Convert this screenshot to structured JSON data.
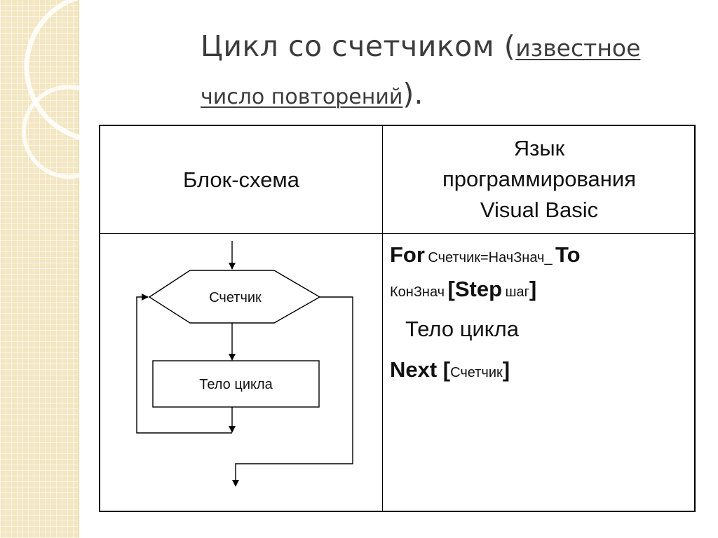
{
  "slide": {
    "title_lead": "Цикл со счетчиком (",
    "title_underlined_1": "известное",
    "title_underlined_2": "число повторений",
    "title_tail": ")."
  },
  "table": {
    "header_left": "Блок-схема",
    "header_right_lines": [
      "Язык",
      "программирования",
      "Visual Basic"
    ]
  },
  "flowchart": {
    "counter_label": "Счетчик",
    "body_label": "Тело цикла"
  },
  "code": {
    "line1_kw1": "For",
    "line1_arg": "Счетчик=НачЗнач_",
    "line1_kw2": "To",
    "line2_arg1": "КонЗнач",
    "line2_kw1": "[Step",
    "line2_arg2": "шаг",
    "line2_kw2": "]",
    "line3_text": "Тело цикла",
    "line4_kw1": "Next [",
    "line4_arg": "Счетчик",
    "line4_kw2": "]"
  }
}
